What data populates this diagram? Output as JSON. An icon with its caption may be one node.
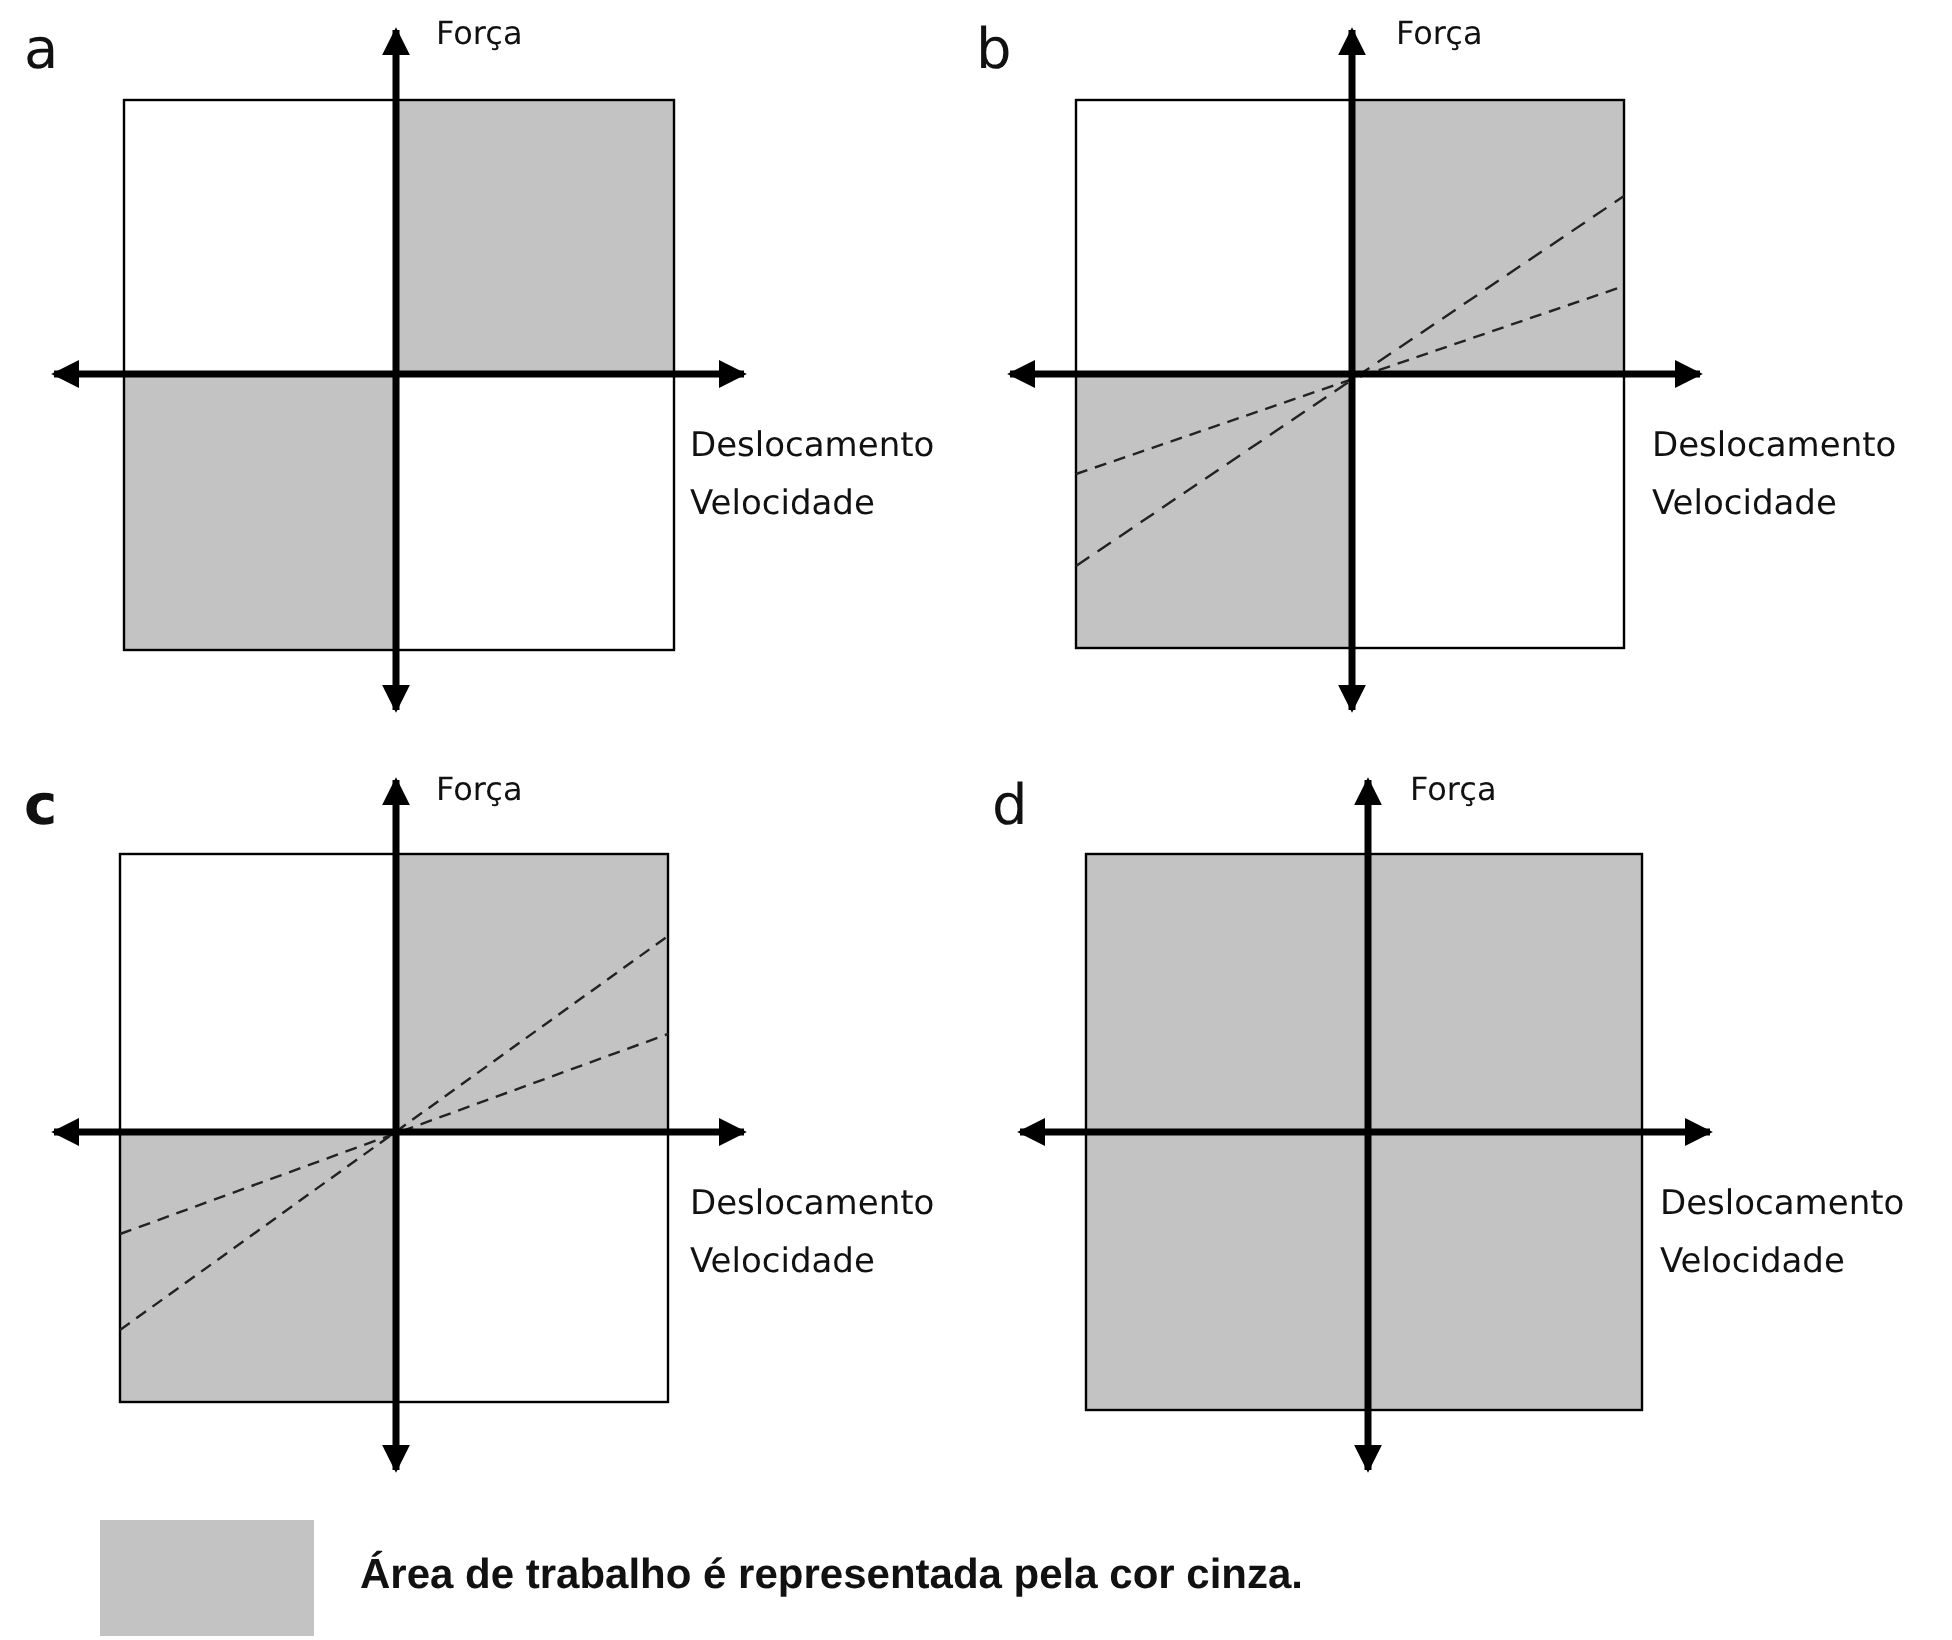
{
  "diagram": {
    "labels": [
      "a",
      "Força",
      "Deslocamento",
      "Velocidade",
      "b",
      "Força",
      "Deslocamento",
      "Velocidade",
      "c",
      "Força",
      "Deslocamento",
      "Velocidade",
      "d",
      "Força",
      "Deslocamento",
      "Velocidade"
    ],
    "legend": [
      {
        "text": "Área de trabalho é representada pela cor cinza.",
        "color": "#c3c3c3"
      }
    ]
  }
}
